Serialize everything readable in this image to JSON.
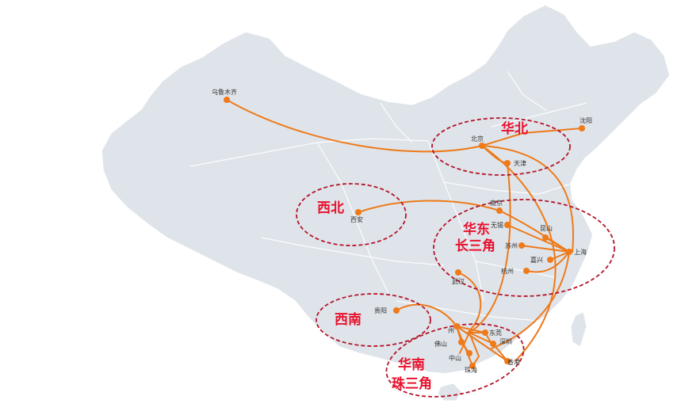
{
  "colors": {
    "land": "#dfe4ea",
    "border": "#ffffff",
    "route": "#ee7a1a",
    "region_text": "#e8112d",
    "region_outline": "#b3152a"
  },
  "regions": {
    "north": "华北",
    "northwest": "西北",
    "east_line1": "华东",
    "east_line2": "长三角",
    "southwest": "西南",
    "south_line1": "华南",
    "south_line2": "珠三角"
  },
  "cities": {
    "urumqi": "乌鲁木齐",
    "beijing": "北京",
    "tianjin": "天津",
    "shenyang": "沈阳",
    "xian": "西安",
    "nanjing": "南京",
    "wuxi": "无锡",
    "kunshan": "昆山",
    "suzhou": "苏州",
    "shanghai": "上海",
    "jiaxing": "嘉兴",
    "hangzhou": "杭州",
    "wuhan": "武汉",
    "guiyang": "贵阳",
    "guangzhou": "州",
    "dongguan": "东莞",
    "foshan": "佛山",
    "shenzhen": "深圳",
    "zhongshan": "中山",
    "hongkong": "香港",
    "zhuhai": "珠海"
  }
}
